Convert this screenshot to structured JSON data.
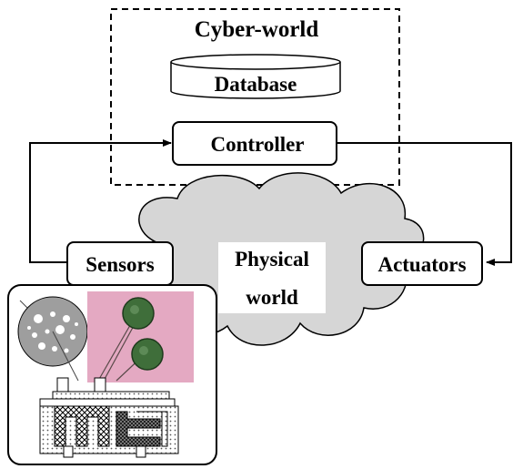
{
  "cyber_world": {
    "title": "Cyber-world",
    "database_label": "Database",
    "controller_label": "Controller"
  },
  "physical_world": {
    "line1": "Physical",
    "line2": "world"
  },
  "sensors_label": "Sensors",
  "actuators_label": "Actuators",
  "colors": {
    "cloud_fill": "#d6d6d6",
    "photo_background": "#e4a9c2",
    "sensor_disc": "#3f6e3a"
  }
}
